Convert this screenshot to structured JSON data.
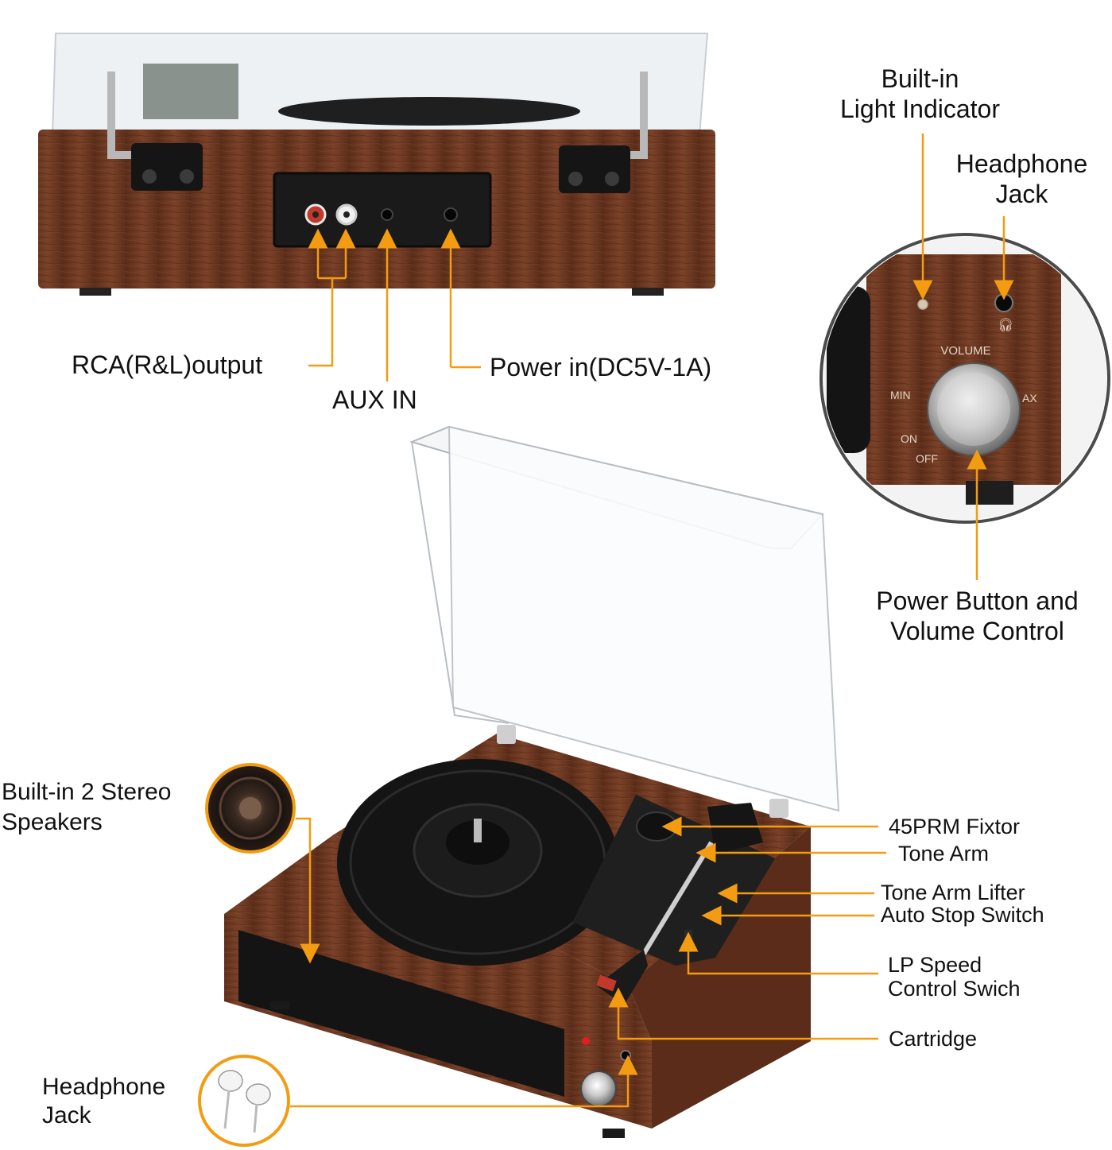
{
  "callouts": {
    "rca_output": "RCA(R&L)output",
    "aux_in": "AUX IN",
    "power_in": "Power in(DC5V-1A)",
    "light_indicator_line1": "Built-in",
    "light_indicator_line2": "Light Indicator",
    "headphone_jack_top_line1": "Headphone",
    "headphone_jack_top_line2": "Jack",
    "power_volume_line1": "Power Button and",
    "power_volume_line2": "Volume Control",
    "speakers_line1": "Built-in 2 Stereo",
    "speakers_line2": "Speakers",
    "fixtor_45rpm": "45PRM Fixtor",
    "tone_arm": "Tone Arm",
    "tone_arm_lifter": "Tone Arm Lifter",
    "auto_stop_switch": "Auto Stop Switch",
    "lp_speed_line1": "LP Speed",
    "lp_speed_line2": "Control Swich",
    "cartridge": "Cartridge",
    "headphone_jack_bottom_line1": "Headphone",
    "headphone_jack_bottom_line2": "Jack"
  },
  "knob_markings": {
    "volume": "VOLUME",
    "min": "MIN",
    "max": "AX",
    "on": "ON",
    "off": "OFF"
  },
  "colors": {
    "wood": "#6e3a22",
    "wood_dark": "#4f2616",
    "arrow": "#f39c12",
    "platter": "#141414",
    "panel": "#1a1a1a"
  },
  "icons": {
    "speaker": "speaker-driver-icon",
    "earphones": "earphones-icon",
    "headphone_symbol": "headphone-symbol-icon"
  }
}
